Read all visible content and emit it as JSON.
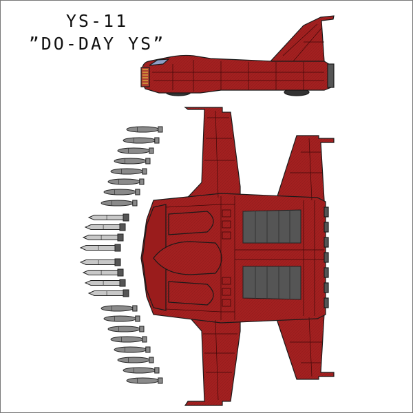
{
  "designation": "YS-11",
  "nickname": "”DO-DAY YS”",
  "colors": {
    "hull": "#a32020",
    "hull_dark": "#7a1515",
    "outline": "#1a1a1a",
    "panel_line": "#3d0808",
    "thruster": "#555555",
    "canopy": "#8fa0c8",
    "bomb": "#8a8a8a",
    "missile": "#c8c8c8"
  },
  "stores": {
    "bombs_upper": 8,
    "missiles": 8,
    "bombs_lower": 8
  }
}
